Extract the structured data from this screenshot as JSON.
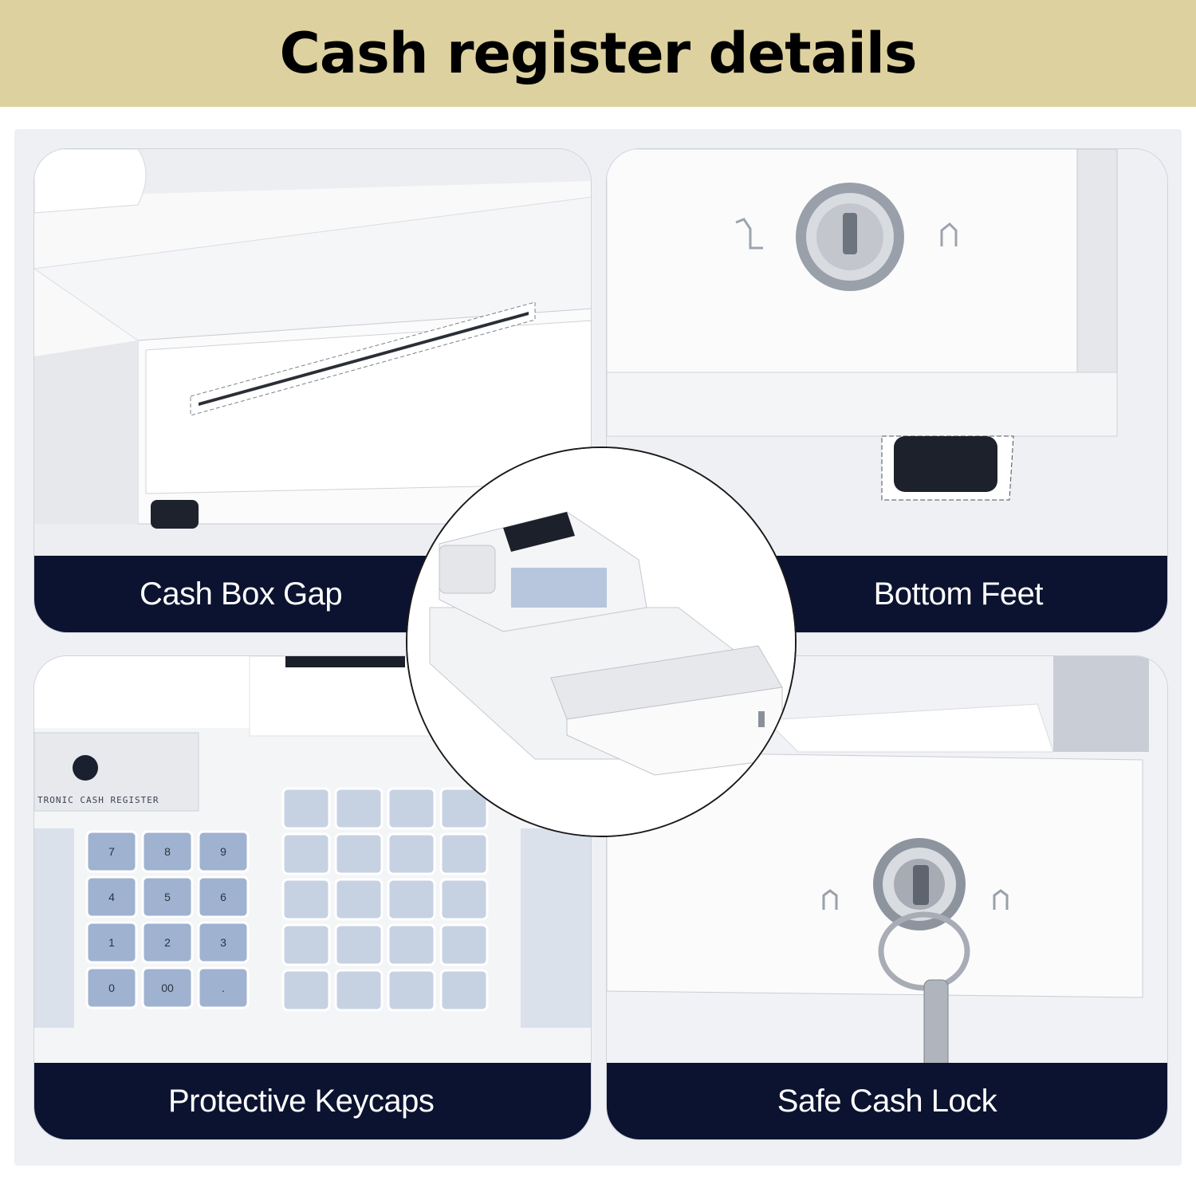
{
  "header": {
    "title": "Cash register details",
    "background": "#dcd19f"
  },
  "colors": {
    "label_bar": "#0b1330",
    "device_white": "#f7f7f8",
    "key_blue": "#9fb2cf",
    "metal": "#b7bcc4"
  },
  "panels": [
    {
      "id": "cash-box-gap",
      "label": "Cash Box Gap",
      "icon": "drawer-slot-icon"
    },
    {
      "id": "bottom-feet",
      "label": "Bottom Feet",
      "icon": "rubber-foot-icon"
    },
    {
      "id": "protective-keycaps",
      "label": "Protective Keycaps",
      "icon": "keypad-icon"
    },
    {
      "id": "safe-cash-lock",
      "label": "Safe Cash Lock",
      "icon": "key-lock-icon"
    }
  ],
  "keypad": {
    "badge_text": "TRONIC CASH REGISTER",
    "numeric_keys": [
      "7",
      "8",
      "9",
      "4",
      "5",
      "6",
      "1",
      "2",
      "3",
      "0",
      "00",
      "."
    ]
  }
}
